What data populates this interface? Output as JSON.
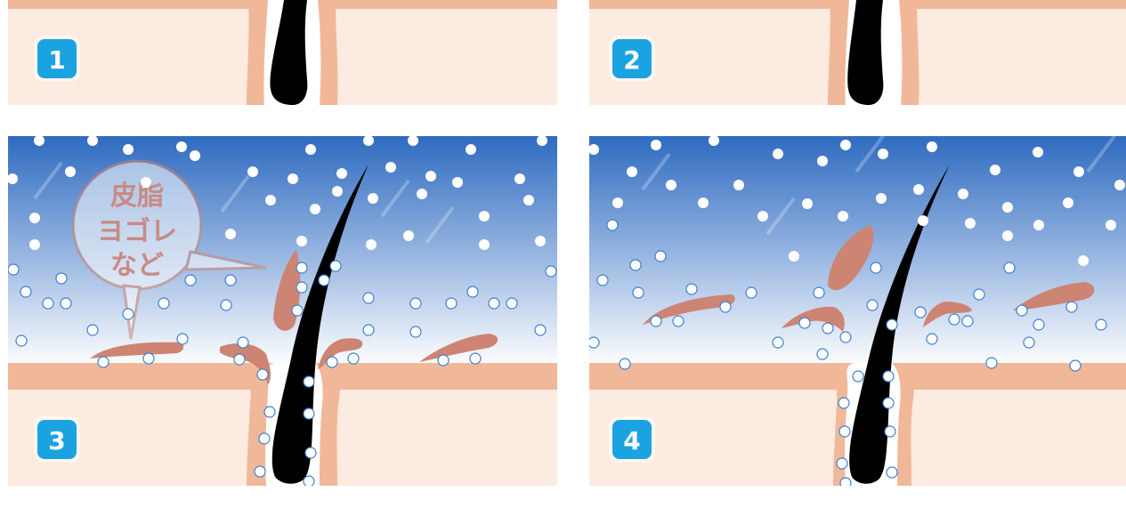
{
  "panels": [
    {
      "number": "1"
    },
    {
      "number": "2"
    },
    {
      "number": "3"
    },
    {
      "number": "4"
    }
  ],
  "callout": {
    "line1": "皮脂",
    "line2": "ヨゴレ",
    "line3": "など"
  },
  "colors": {
    "skin_dark": "#f0b898",
    "skin_light": "#fcebe0",
    "hair": "#000000",
    "badge_fill": "#1aa3e0",
    "water_top": "#2f6bc0",
    "water_bottom": "#ffffff",
    "sebum": "#cd8473",
    "bubble_fill": "#ffffff",
    "bubble_stroke": "#3b7fd0"
  }
}
